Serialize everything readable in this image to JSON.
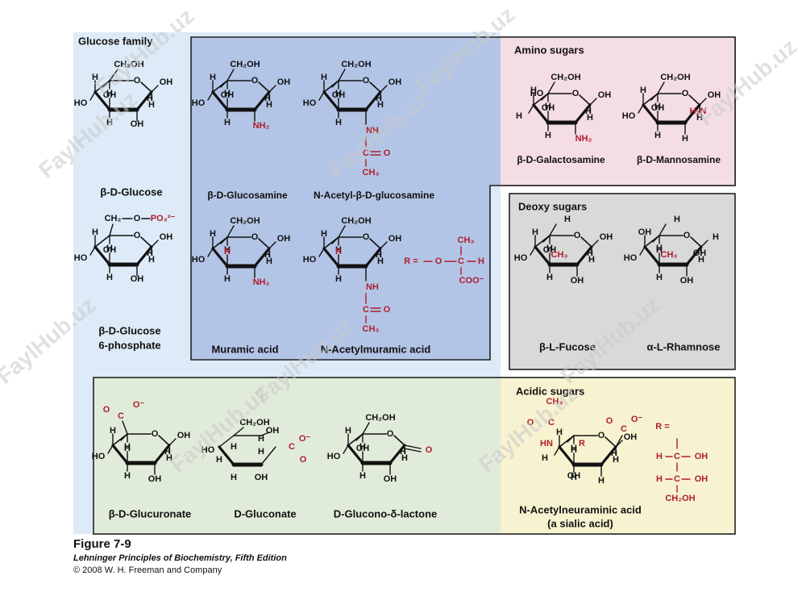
{
  "colors": {
    "glucose_family": "#dcebf7",
    "blue_panel": "#b3c5e6",
    "amino": "#f5dde6",
    "deoxy": "#d9d9d9",
    "acidic_left": "#e0ecd9",
    "acidic_right": "#f7f3d0",
    "red": "#b01c2c",
    "ink": "#111111",
    "watermark": "#c9c9c9"
  },
  "sections": {
    "glucose_family": "Glucose family",
    "amino_sugars": "Amino sugars",
    "deoxy_sugars": "Deoxy  sugars",
    "acidic_sugars": "Acidic sugars"
  },
  "labels": {
    "glucose": "β-D-Glucose",
    "glucose6p_1": "β-D-Glucose",
    "glucose6p_2": "6-phosphate",
    "glucosamine": "β-D-Glucosamine",
    "nacetylglucosamine": "N-Acetyl-β-D-glucosamine",
    "muramic": "Muramic acid",
    "nacetylmuramic": "N-Acetylmuramic acid",
    "galactosamine": "β-D-Galactosamine",
    "mannosamine": "β-D-Mannosamine",
    "fucose": "β-L-Fucose",
    "rhamnose": "α-L-Rhamnose",
    "glucuronate": "β-D-Glucuronate",
    "gluconate": "D-Gluconate",
    "gluconolactone": "D-Glucono-δ-lactone",
    "sialic_1": "N-Acetylneuraminic acid",
    "sialic_2": "(a sialic acid)"
  },
  "atoms": {
    "ch2oh": "CH₂OH",
    "oh": "OH",
    "ho": "HO",
    "h": "H",
    "o": "O",
    "c": "C",
    "r": "R",
    "nh2": "NH₂",
    "nh": "NH",
    "ch3": "CH₃",
    "h2n": "H₂N",
    "hn": "HN",
    "coo": "COO⁻",
    "ominus": "O⁻",
    "ch2": "CH₂",
    "po3": "PO₃²⁻",
    "r_eq": "R ="
  },
  "watermark": "FaylHub.uz",
  "caption": {
    "title": "Figure 7-9",
    "book": "Lehninger Principles of Biochemistry, Fifth Edition",
    "copyright": "© 2008 W. H. Freeman and Company"
  }
}
